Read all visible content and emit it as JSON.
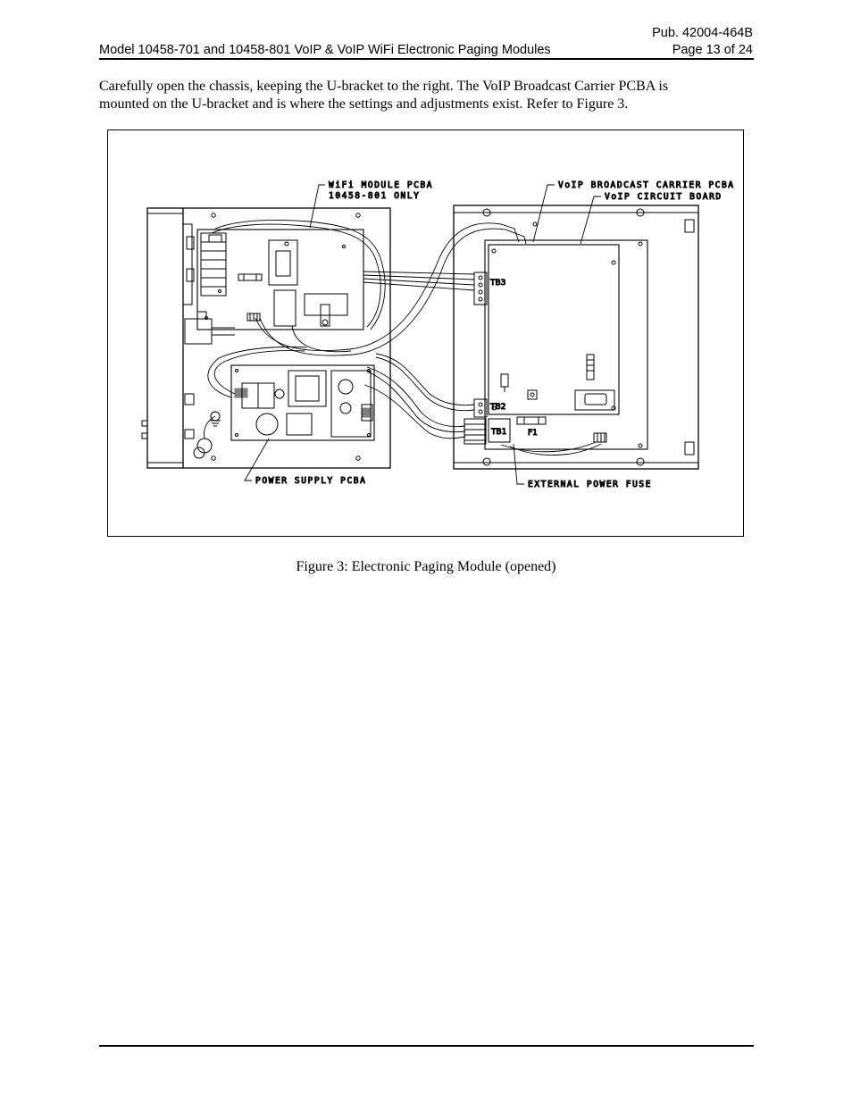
{
  "header": {
    "publication": "Pub. 42004-464B",
    "title": "Model 10458-701 and 10458-801 VoIP & VoIP WiFi Electronic Paging Modules",
    "page": "Page 13 of 24"
  },
  "body_lines": [
    "Carefully open the chassis, keeping the U-bracket to the right.  The VoIP Broadcast Carrier PCBA is",
    "mounted on the U-bracket and is where the settings and adjustments exist.  Refer to Figure 3."
  ],
  "figure": {
    "caption": "Figure 3:  Electronic Paging Module (opened)",
    "labels": {
      "wifi_module_1": "WiFi MODULE PCBA",
      "wifi_module_2": "10458-801 ONLY",
      "voip_carrier": "VoIP BROADCAST CARRIER PCBA",
      "voip_circuit": "VoIP CIRCUIT BOARD",
      "power_supply": "POWER SUPPLY PCBA",
      "external_fuse": "EXTERNAL POWER FUSE",
      "tb3": "TB3",
      "tb2": "TB2",
      "tb1": "TB1",
      "f1": "F1"
    }
  }
}
